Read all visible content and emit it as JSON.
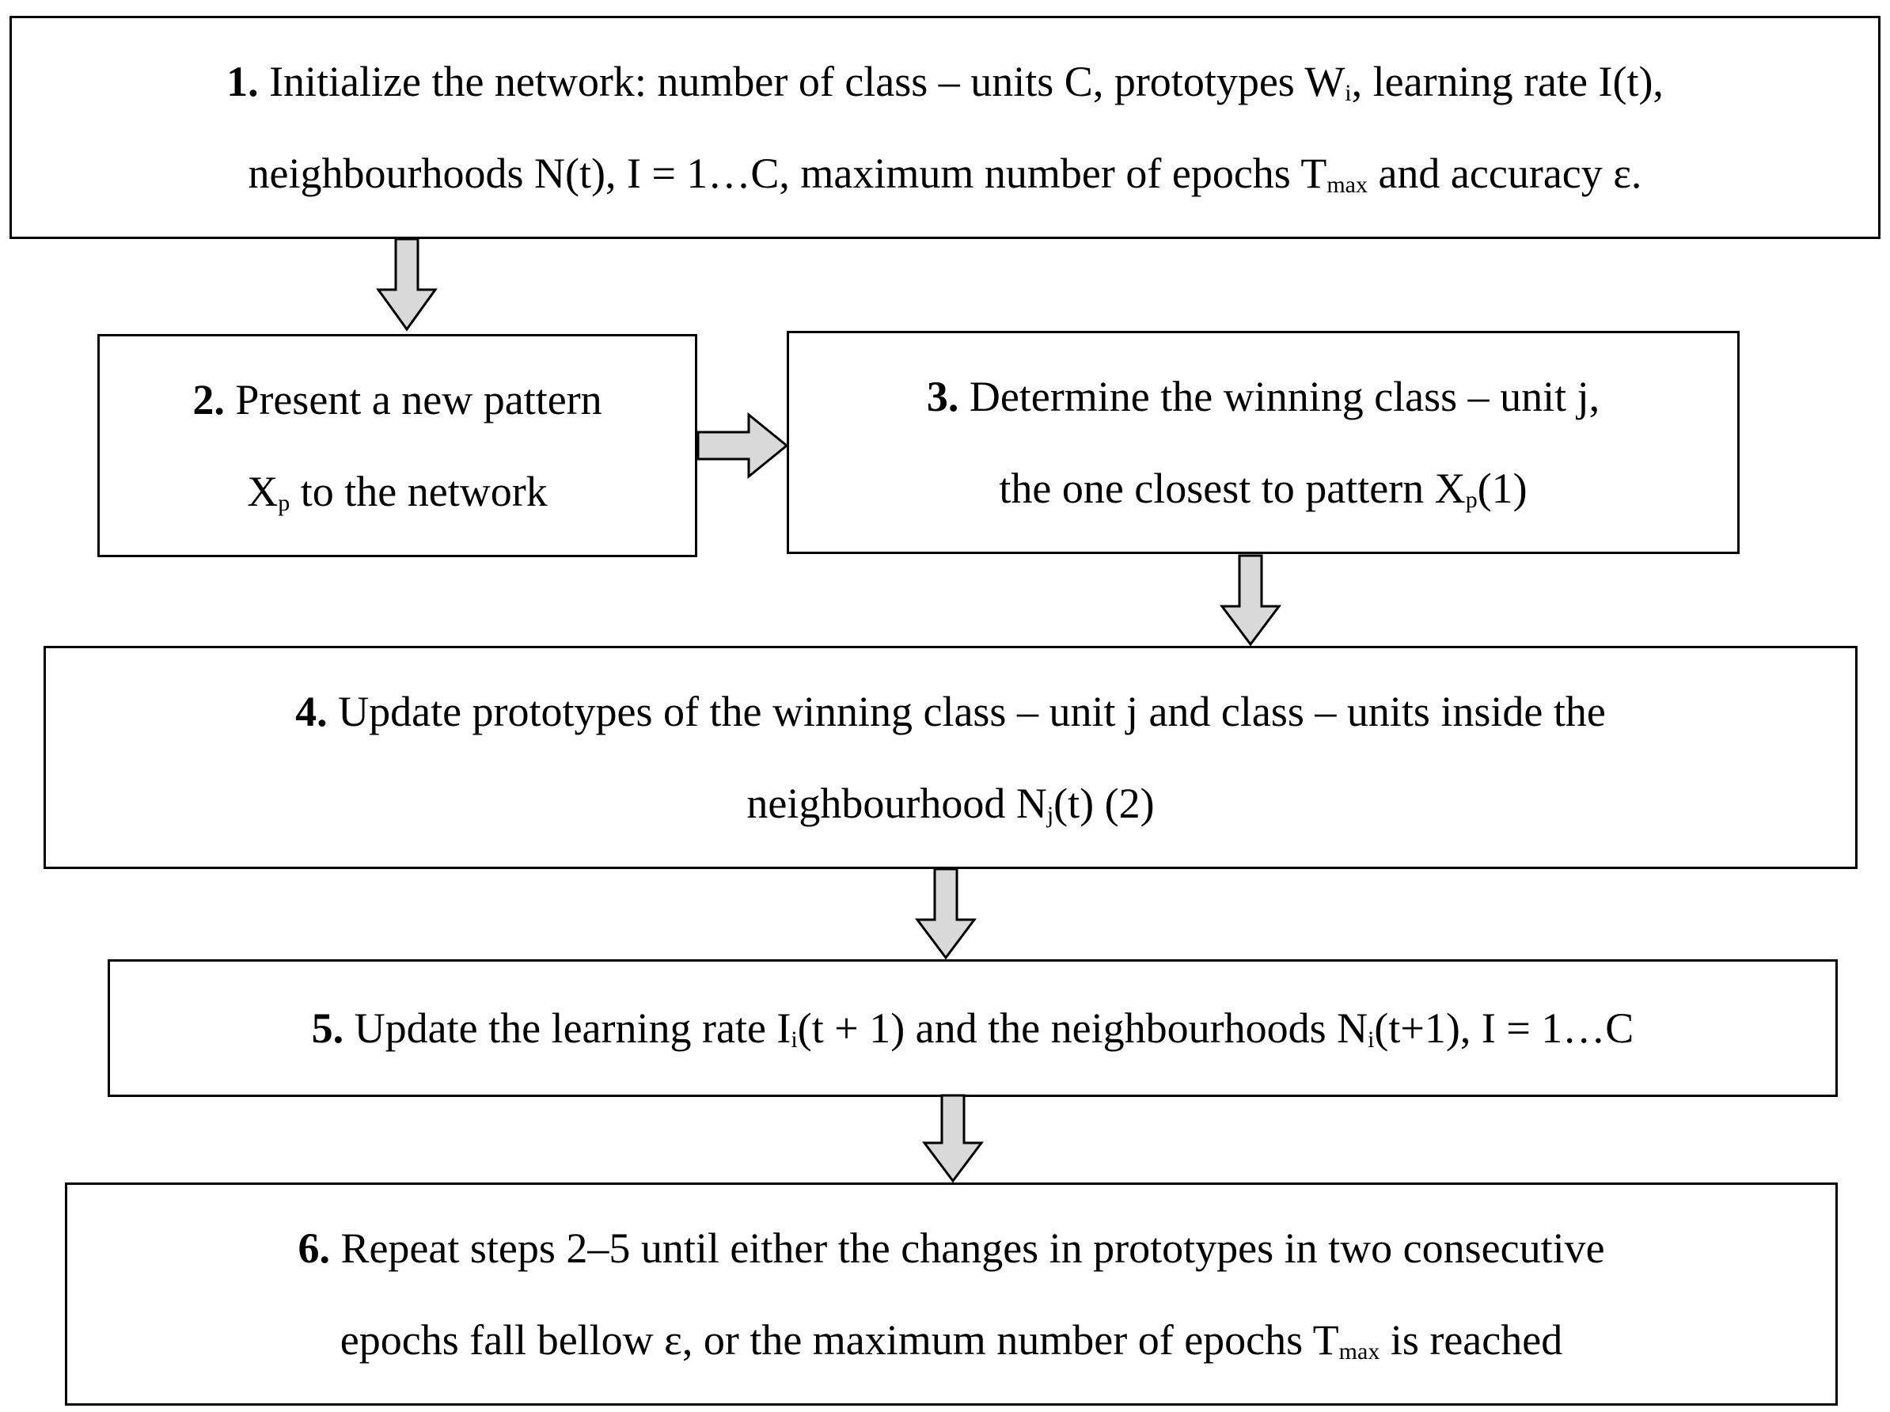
{
  "steps": [
    {
      "number": "1.",
      "lines": [
        [
          "Initialize the network: number of class – units C, prototypes W",
          "i",
          ", learning rate I(t),"
        ],
        [
          "neighbourhoods N(t), I = 1…C, maximum number of epochs T",
          "max",
          " and accuracy ε."
        ]
      ]
    },
    {
      "number": "2.",
      "lines": [
        [
          "Present a new pattern",
          "",
          ""
        ],
        [
          "X",
          "p",
          " to the network"
        ]
      ]
    },
    {
      "number": "3.",
      "lines": [
        [
          "Determine the winning class – unit j,",
          "",
          ""
        ],
        [
          "the one closest to pattern X",
          "p",
          "(1)"
        ]
      ]
    },
    {
      "number": "4.",
      "lines": [
        [
          "Update prototypes of the winning class – unit j and class – units inside the",
          "",
          ""
        ],
        [
          "neighbourhood N",
          "j",
          "(t) (2)"
        ]
      ]
    },
    {
      "number": "5.",
      "lines": [
        [
          "Update the learning rate I",
          "i",
          "(t + 1) and the neighbourhoods N",
          "i",
          "(t+1), I = 1…C"
        ]
      ]
    },
    {
      "number": "6.",
      "lines": [
        [
          "Repeat steps 2–5 until either the changes in prototypes in two consecutive",
          "",
          ""
        ],
        [
          "epochs fall bellow ε, or the maximum number of epochs T",
          "max",
          " is reached"
        ]
      ]
    }
  ],
  "colors": {
    "arrow_fill": "#d9d9d9",
    "border": "#000000",
    "background": "#ffffff"
  }
}
